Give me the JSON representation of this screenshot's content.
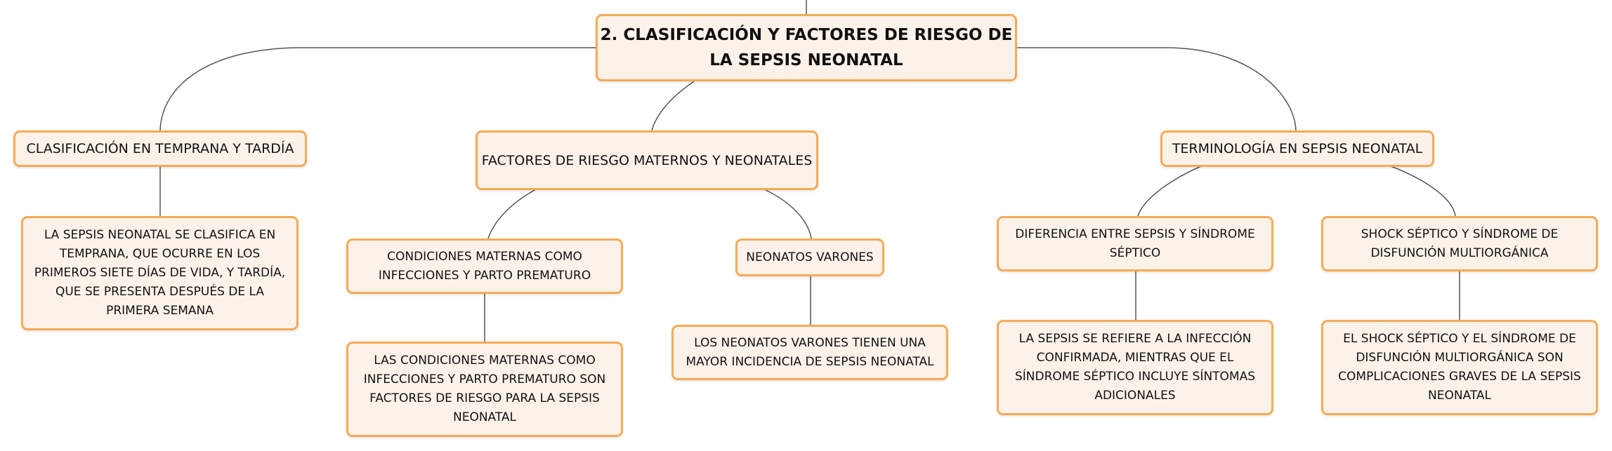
{
  "root": "2. CLASIFICACIÓN Y FACTORES DE RIESGO DE LA SEPSIS NEONATAL",
  "branches": [
    {
      "label": "CLASIFICACIÓN EN TEMPRANA Y TARDÍA",
      "children": [
        {
          "label": "LA SEPSIS NEONATAL SE CLASIFICA EN TEMPRANA, QUE OCURRE EN LOS PRIMEROS SIETE DÍAS DE VIDA, Y TARDÍA, QUE SE PRESENTA DESPUÉS DE LA PRIMERA SEMANA"
        }
      ]
    },
    {
      "label": "FACTORES DE RIESGO MATERNOS Y NEONATALES",
      "children": [
        {
          "label": "CONDICIONES MATERNAS COMO INFECCIONES Y PARTO PREMATURO",
          "children": [
            {
              "label": "LAS CONDICIONES MATERNAS COMO INFECCIONES Y PARTO PREMATURO SON FACTORES DE RIESGO PARA LA SEPSIS NEONATAL"
            }
          ]
        },
        {
          "label": "NEONATOS VARONES",
          "children": [
            {
              "label": "LOS NEONATOS VARONES TIENEN UNA MAYOR INCIDENCIA DE SEPSIS NEONATAL"
            }
          ]
        }
      ]
    },
    {
      "label": "TERMINOLOGÍA EN SEPSIS NEONATAL",
      "children": [
        {
          "label": "DIFERENCIA ENTRE SEPSIS Y SÍNDROME SÉPTICO",
          "children": [
            {
              "label": "LA SEPSIS SE REFIERE A LA INFECCIÓN CONFIRMADA, MIENTRAS QUE EL SÍNDROME SÉPTICO INCLUYE SÍNTOMAS ADICIONALES"
            }
          ]
        },
        {
          "label": "SHOCK SÉPTICO Y SÍNDROME DE DISFUNCIÓN MULTIORGÁNICA",
          "children": [
            {
              "label": "EL SHOCK SÉPTICO Y EL SÍNDROME DE DISFUNCIÓN MULTIORGÁNICA SON COMPLICACIONES GRAVES DE LA SEPSIS NEONATAL"
            }
          ]
        }
      ]
    }
  ]
}
